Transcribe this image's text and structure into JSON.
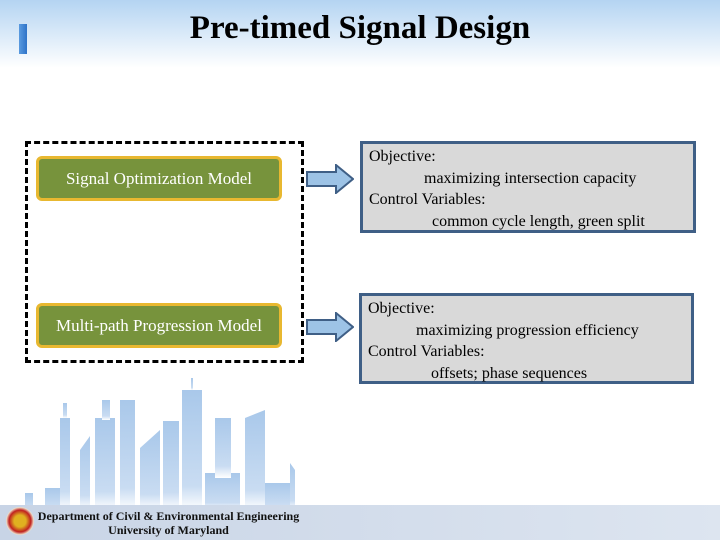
{
  "header": {
    "title": "Pre-timed Signal Design"
  },
  "models": [
    {
      "label": "Signal Optimization Model",
      "objective_label": "Objective:",
      "objective": "maximizing intersection capacity",
      "control_label": "Control Variables:",
      "control": "common cycle length, green split"
    },
    {
      "label": "Multi-path Progression Model",
      "objective_label": "Objective:",
      "objective": "maximizing progression efficiency",
      "control_label": "Control Variables:",
      "control": "offsets; phase sequences"
    }
  ],
  "footer": {
    "department": "Department of Civil & Environmental Engineering",
    "university": "University of Maryland"
  },
  "colors": {
    "model_fill": "#77933c",
    "model_border": "#e8b830",
    "info_fill": "#d9d9d9",
    "info_border": "#3f5f86",
    "arrow": "#9dc3e6"
  }
}
